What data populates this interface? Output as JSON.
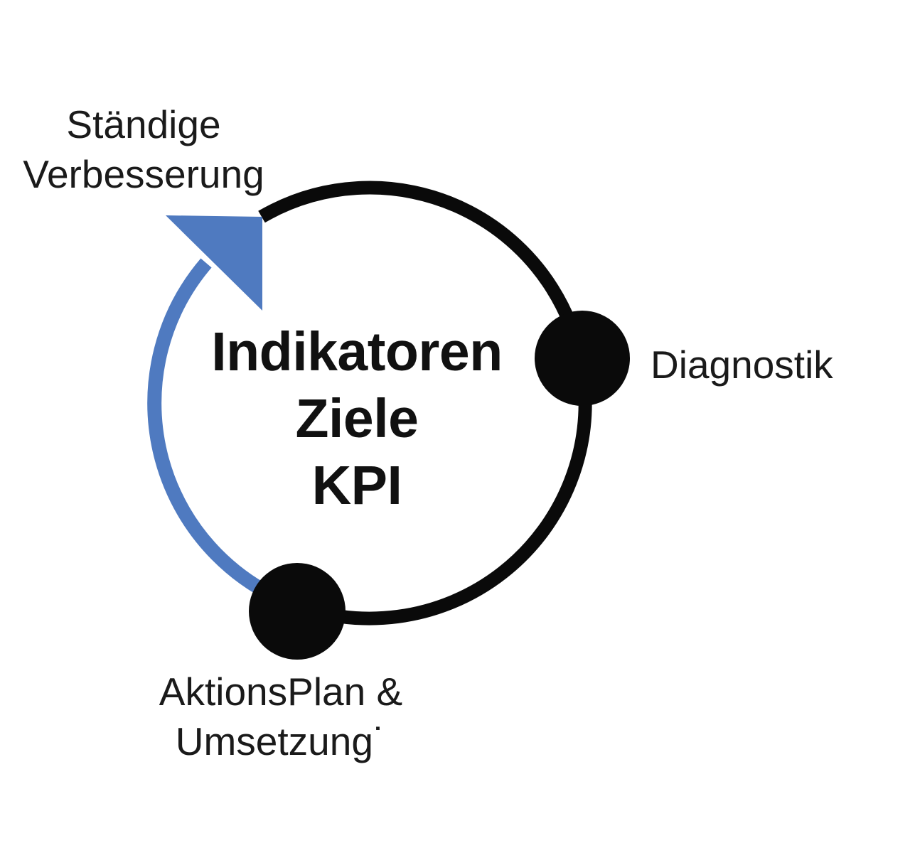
{
  "colors": {
    "background": "#ffffff",
    "ring_black": "#0a0a0a",
    "arrow_blue": "#4f7ac0",
    "text_black": "#1a1a1a"
  },
  "diagram": {
    "center_label": {
      "line1": "Indikatoren",
      "line2": "Ziele",
      "line3": "KPI"
    },
    "top_left_label": {
      "line1": "Ständige",
      "line2": "Verbesserung"
    },
    "right_label": "Diagnostik",
    "bottom_label": {
      "line1": "AktionsPlan &",
      "line2": "Umsetzung˙"
    },
    "icons": {
      "arrowhead": "up-left-arrowhead-icon",
      "node_right": "diagnostik-node-dot",
      "node_bottom": "aktionsplan-node-dot"
    }
  }
}
